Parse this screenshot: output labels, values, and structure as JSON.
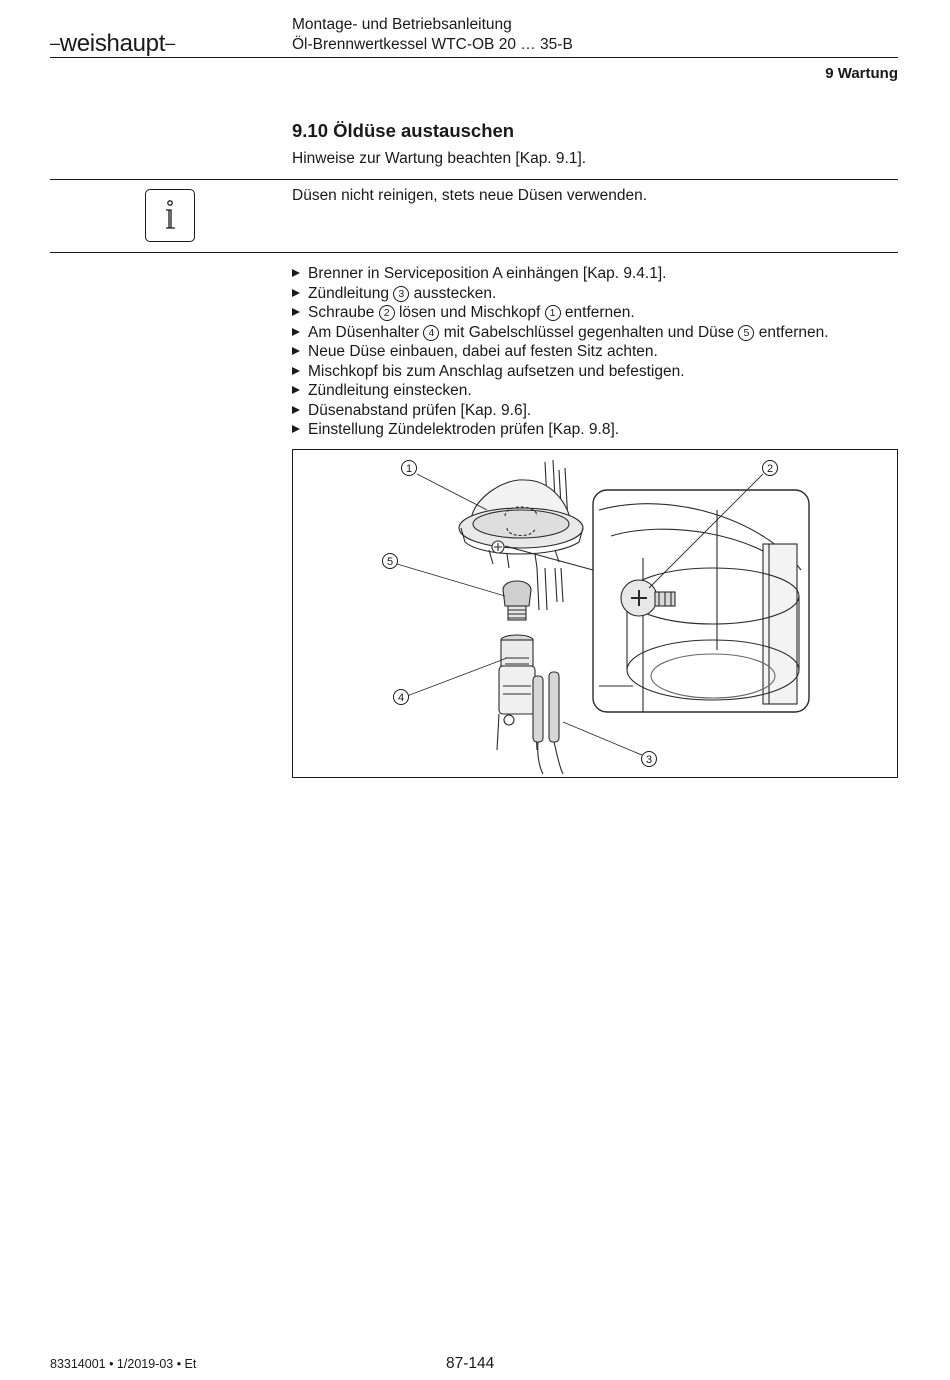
{
  "header": {
    "brand": "weishaupt",
    "line1": "Montage- und Betriebsanleitung",
    "line2": "Öl-Brennwertkessel WTC-OB 20 … 35-B",
    "chapter": "9 Wartung"
  },
  "section": {
    "title": "9.10 Öldüse austauschen",
    "intro": "Hinweise zur Wartung beachten [Kap. 9.1]."
  },
  "info": {
    "icon": "info-icon",
    "text": "Düsen nicht reinigen, stets neue Düsen verwenden."
  },
  "steps": [
    {
      "parts": [
        {
          "t": "Brenner in Serviceposition A einhängen [Kap. 9.4.1]."
        }
      ]
    },
    {
      "parts": [
        {
          "t": "Zündleitung "
        },
        {
          "n": "3"
        },
        {
          "t": " ausstecken."
        }
      ]
    },
    {
      "parts": [
        {
          "t": "Schraube "
        },
        {
          "n": "2"
        },
        {
          "t": " lösen und Mischkopf "
        },
        {
          "n": "1"
        },
        {
          "t": " entfernen."
        }
      ]
    },
    {
      "parts": [
        {
          "t": "Am Düsenhalter "
        },
        {
          "n": "4"
        },
        {
          "t": " mit Gabelschlüssel gegenhalten und Düse "
        },
        {
          "n": "5"
        },
        {
          "t": " entfernen."
        }
      ]
    },
    {
      "parts": [
        {
          "t": "Neue Düse einbauen, dabei auf festen Sitz achten."
        }
      ]
    },
    {
      "parts": [
        {
          "t": "Mischkopf bis zum Anschlag aufsetzen und befestigen."
        }
      ]
    },
    {
      "parts": [
        {
          "t": "Zündleitung einstecken."
        }
      ]
    },
    {
      "parts": [
        {
          "t": "Düsenabstand prüfen [Kap. 9.6]."
        }
      ]
    },
    {
      "parts": [
        {
          "t": "Einstellung Zündelektroden prüfen [Kap. 9.8]."
        }
      ]
    }
  ],
  "figure": {
    "callouts": [
      "1",
      "2",
      "3",
      "4",
      "5"
    ]
  },
  "footer": {
    "doc_number": "83314001 • 1/2019-03 • Et",
    "page": "87-144"
  }
}
